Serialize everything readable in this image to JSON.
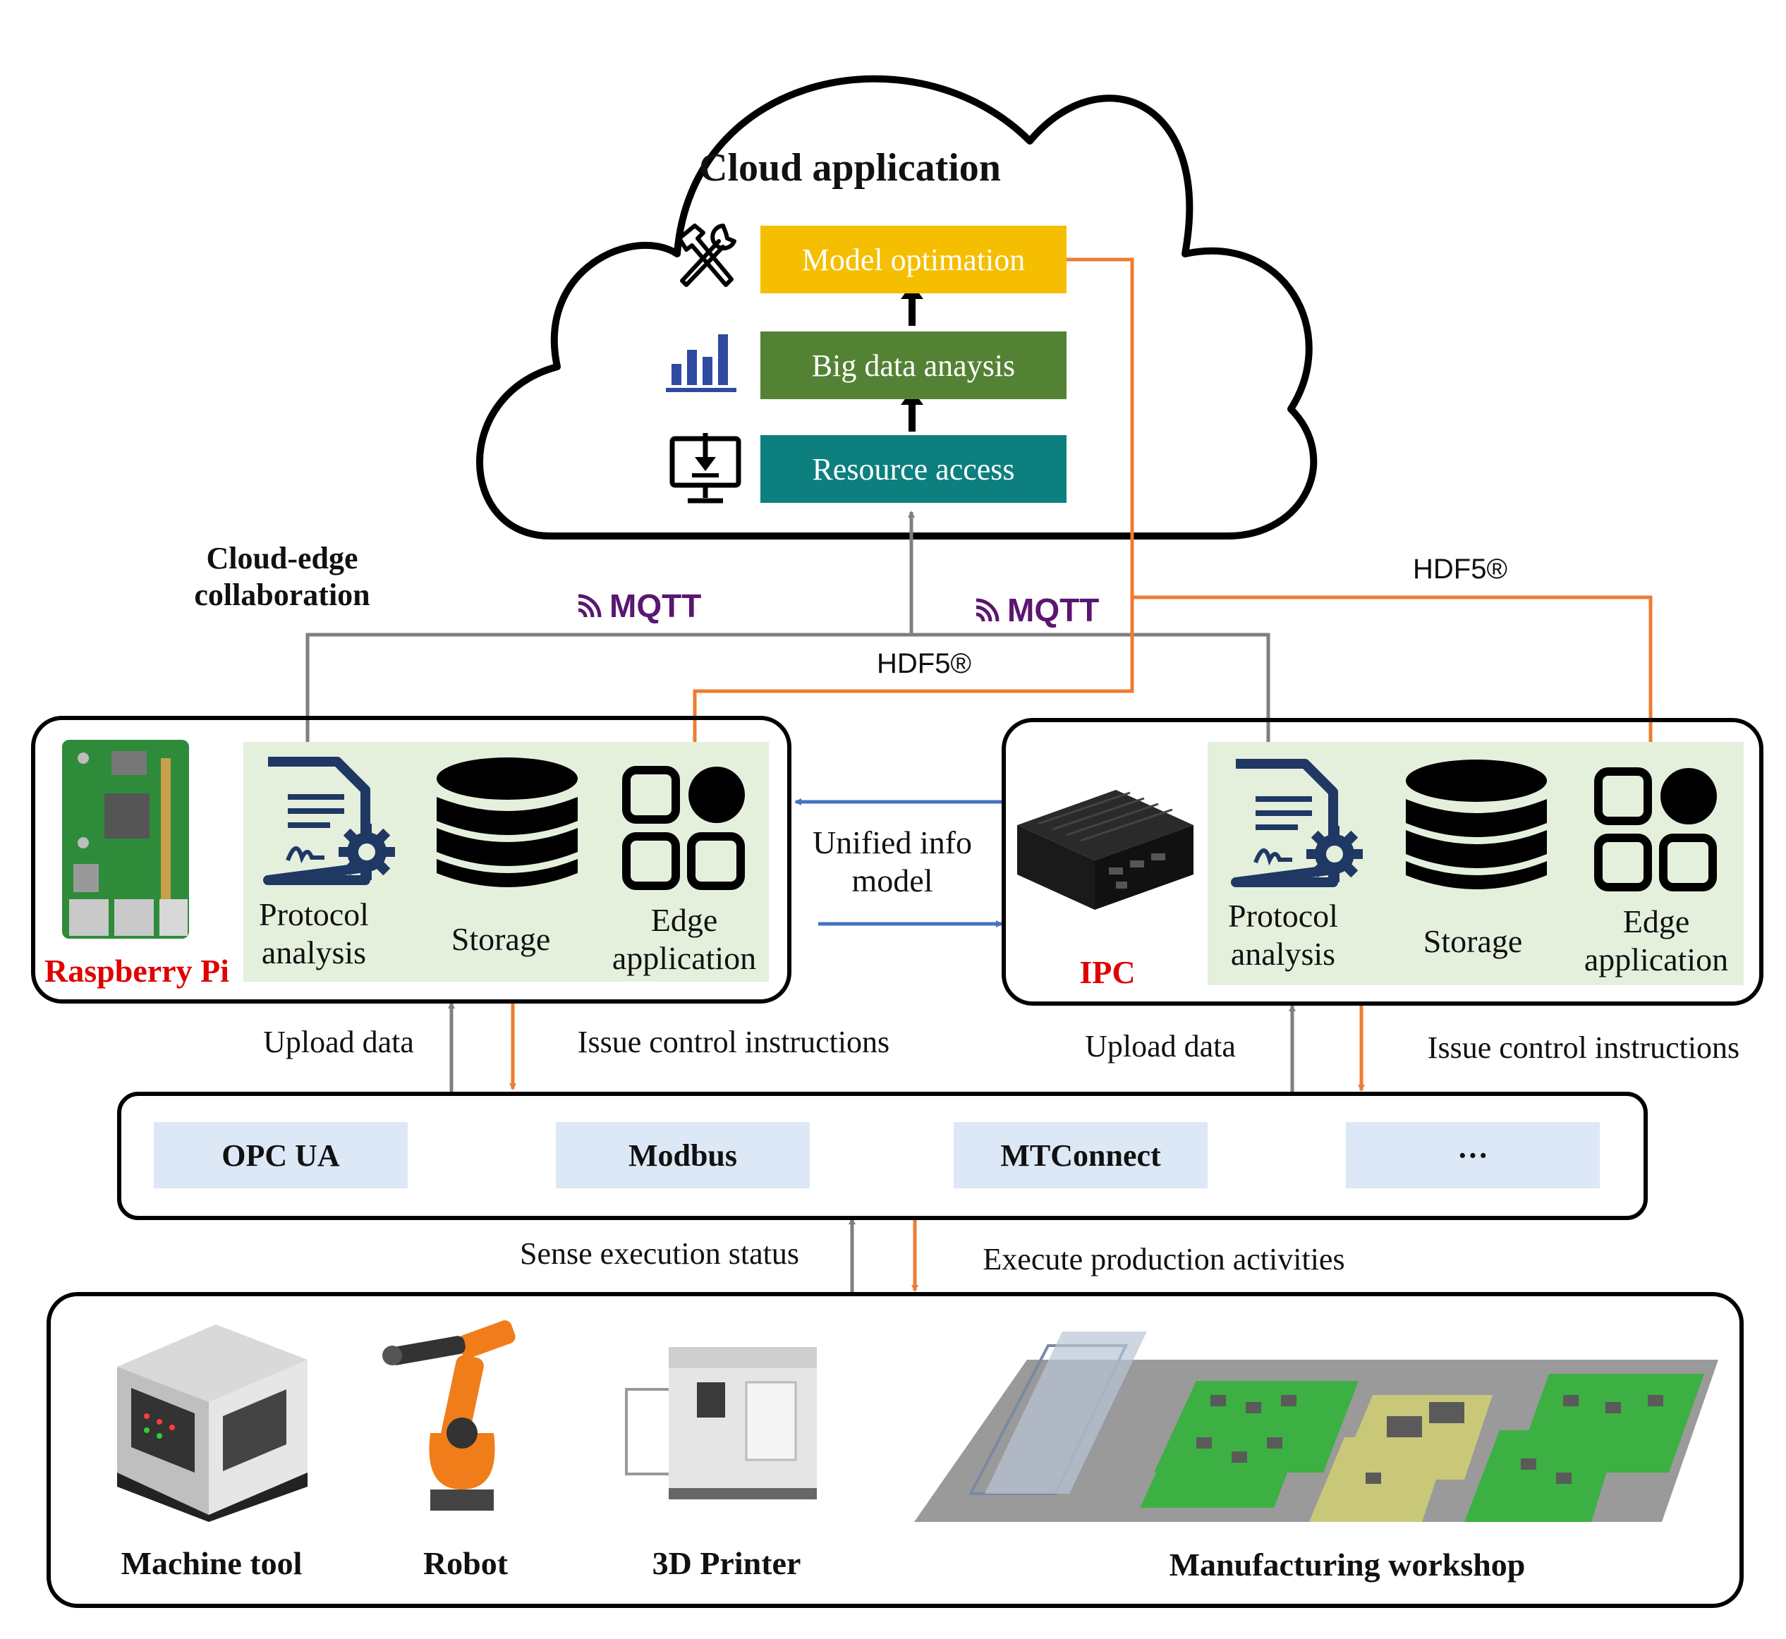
{
  "cloud": {
    "title": "Cloud application",
    "layers": [
      {
        "label": "Model optimation",
        "color": "#f5be00",
        "icon": "tools-icon"
      },
      {
        "label": "Big data anaysis",
        "color": "#548235",
        "icon": "bar-chart-icon"
      },
      {
        "label": "Resource access",
        "color": "#0d7f7f",
        "icon": "monitor-download-icon"
      }
    ]
  },
  "links": {
    "collab_label": "Cloud-edge collaboration",
    "mqtt_left": "MQTT",
    "mqtt_right": "MQTT",
    "hdf5_left": "HDF5®",
    "hdf5_right": "HDF5®",
    "unified_model": "Unified info model"
  },
  "edge_left": {
    "device": "Raspberry Pi",
    "modules": [
      "Protocol analysis",
      "Storage",
      "Edge application"
    ]
  },
  "edge_right": {
    "device": "IPC",
    "modules": [
      "Protocol analysis",
      "Storage",
      "Edge application"
    ]
  },
  "flows": {
    "upload_left": "Upload data",
    "issue_left": "Issue control instructions",
    "upload_right": "Upload data",
    "issue_right": "Issue control instructions",
    "sense": "Sense execution status",
    "execute": "Execute production activities"
  },
  "protocols": [
    "OPC UA",
    "Modbus",
    "MTConnect",
    "···"
  ],
  "devices": [
    "Machine tool",
    "Robot",
    "3D Printer",
    "Manufacturing workshop"
  ],
  "colors": {
    "orange": "#ed7d31",
    "gray": "#7f7f7f",
    "blue": "#4472c4",
    "device_label_red": "#e00000",
    "panel_green": "#e4f0dc",
    "protocol_blue": "#dce8f6",
    "icon_navy": "#1f3864",
    "mqtt_purple": "#5a1670"
  }
}
